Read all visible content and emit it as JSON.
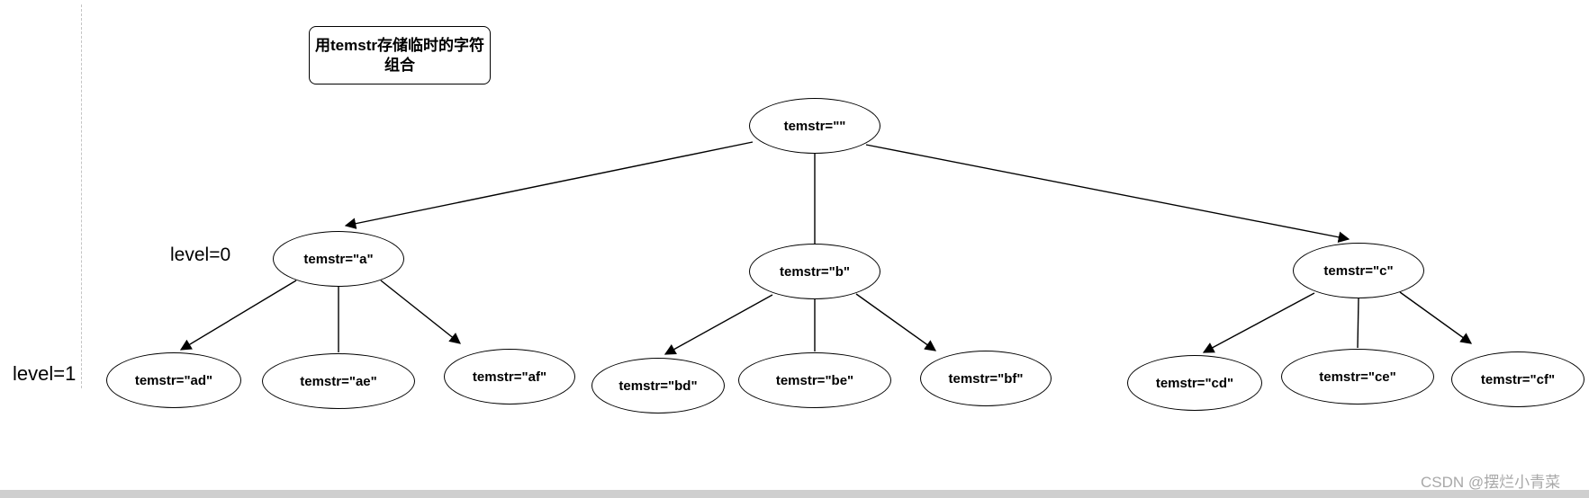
{
  "annotation": {
    "line1": "用temstr存储临时的字符",
    "line2": "组合"
  },
  "level_labels": {
    "level0": "level=0",
    "level1": "level=1"
  },
  "nodes": {
    "root": {
      "label": "temstr=\"\""
    },
    "a": {
      "label": "temstr=\"a\""
    },
    "b": {
      "label": "temstr=\"b\""
    },
    "c": {
      "label": "temstr=\"c\""
    },
    "ad": {
      "label": "temstr=\"ad\""
    },
    "ae": {
      "label": "temstr=\"ae\""
    },
    "af": {
      "label": "temstr=\"af\""
    },
    "bd": {
      "label": "temstr=\"bd\""
    },
    "be": {
      "label": "temstr=\"be\""
    },
    "bf": {
      "label": "temstr=\"bf\""
    },
    "cd": {
      "label": "temstr=\"cd\""
    },
    "ce": {
      "label": "temstr=\"ce\""
    },
    "cf": {
      "label": "temstr=\"cf\""
    }
  },
  "watermark": "CSDN @摆烂小青菜",
  "colors": {
    "stroke": "#000000",
    "node_fill": "#ffffff",
    "watermark": "#a8a8a8",
    "dashed_guide": "#c4c4c4",
    "bottom_bar": "#cfcfcf"
  }
}
